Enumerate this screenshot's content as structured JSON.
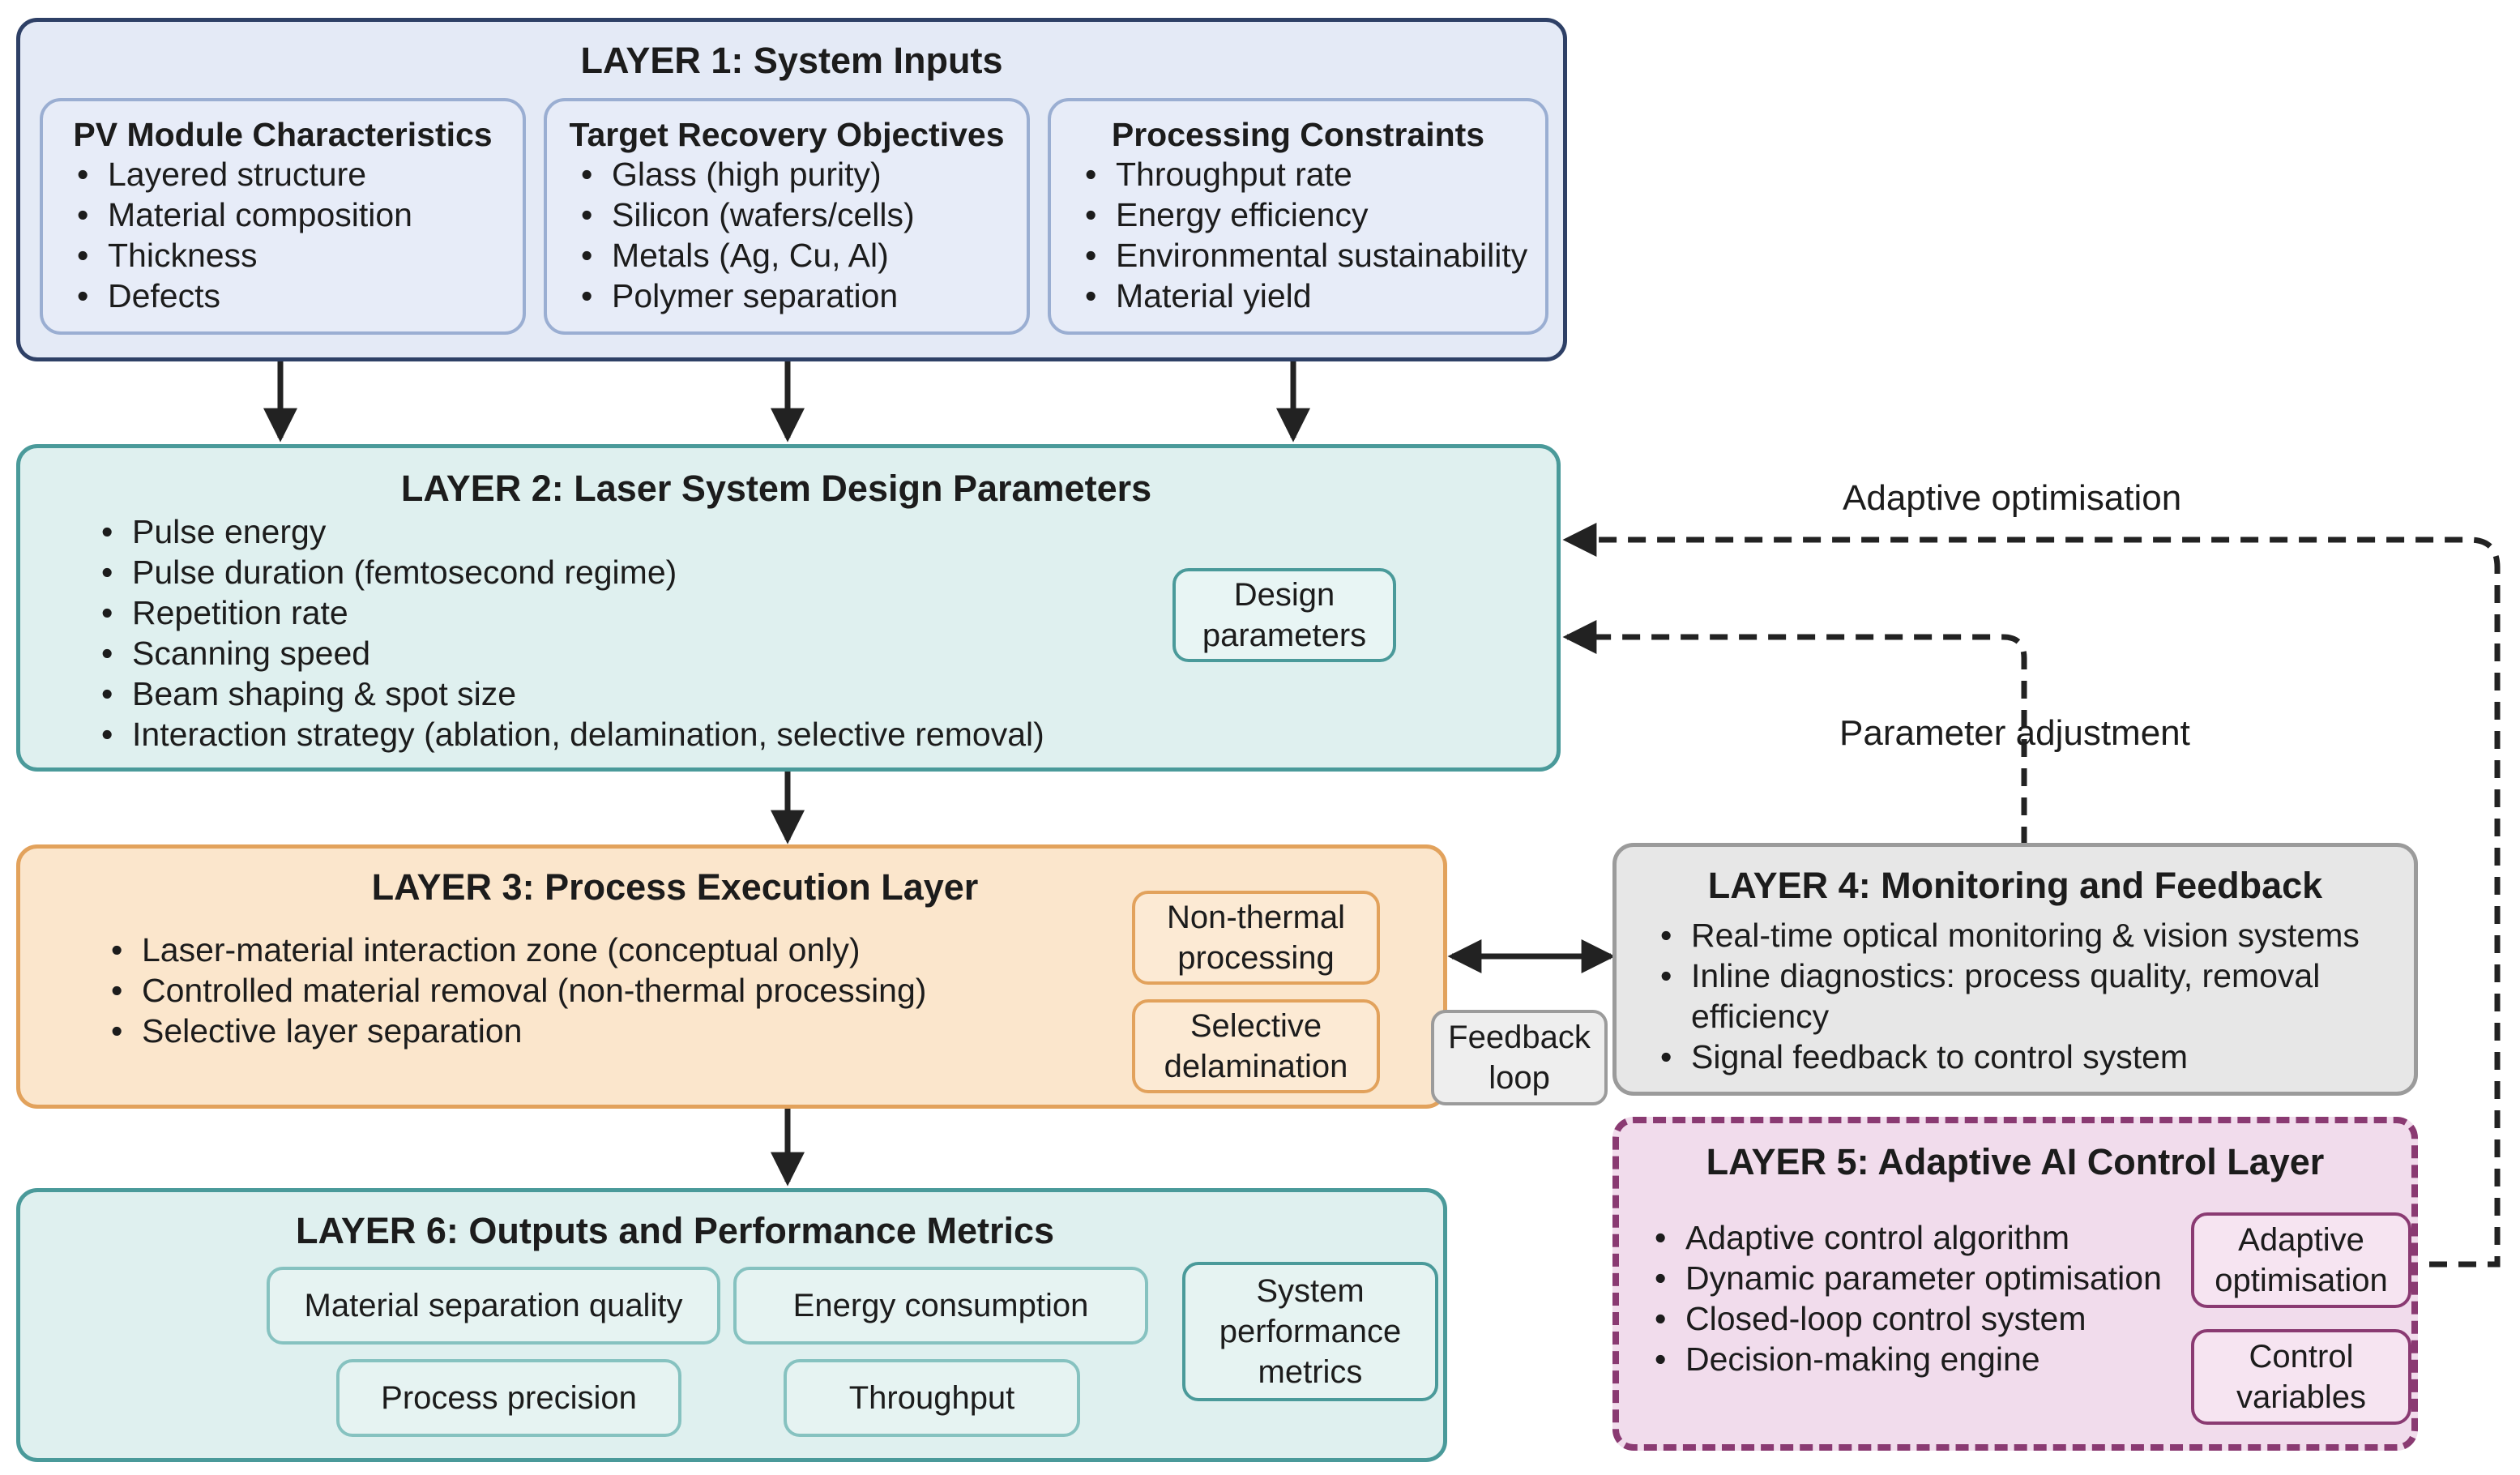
{
  "layer1": {
    "title": "LAYER 1: System Inputs",
    "boxes": [
      {
        "title": "PV Module Characteristics",
        "items": [
          "Layered structure",
          "Material composition",
          "Thickness",
          "Defects"
        ]
      },
      {
        "title": "Target Recovery Objectives",
        "items": [
          "Glass (high purity)",
          "Silicon (wafers/cells)",
          "Metals (Ag, Cu, Al)",
          "Polymer separation"
        ]
      },
      {
        "title": "Processing Constraints",
        "items": [
          "Throughput rate",
          "Energy efficiency",
          "Environmental sustainability",
          "Material yield"
        ]
      }
    ]
  },
  "layer2": {
    "title": "LAYER 2: Laser System Design Parameters",
    "items": [
      "Pulse energy",
      "Pulse duration (femtosecond regime)",
      "Repetition rate",
      "Scanning speed",
      "Beam shaping & spot size",
      "Interaction strategy (ablation, delamination, selective removal)"
    ],
    "tag": "Design parameters"
  },
  "layer3": {
    "title": "LAYER 3: Process Execution Layer",
    "items": [
      "Laser-material interaction zone (conceptual only)",
      "Controlled material removal (non-thermal processing)",
      "Selective layer separation"
    ],
    "tags": [
      "Non-thermal processing",
      "Selective delamination"
    ]
  },
  "layer4": {
    "title": "LAYER 4: Monitoring and Feedback",
    "items": [
      "Real-time optical monitoring & vision systems",
      "Inline diagnostics: process quality, removal efficiency",
      "Signal feedback to control system"
    ]
  },
  "layer5": {
    "title": "LAYER 5: Adaptive AI Control Layer",
    "items": [
      "Adaptive control algorithm",
      "Dynamic parameter optimisation",
      "Closed-loop control system",
      "Decision-making engine"
    ],
    "tags": [
      "Adaptive optimisation",
      "Control variables"
    ]
  },
  "layer6": {
    "title": "LAYER 6: Outputs and Performance Metrics",
    "metrics": [
      "Material separation quality",
      "Energy consumption",
      "Process precision",
      "Throughput"
    ],
    "tag": "System performance metrics"
  },
  "labels": {
    "feedback_loop": "Feedback loop",
    "adaptive_optimisation": "Adaptive optimisation",
    "parameter_adjustment": "Parameter adjustment"
  },
  "colors": {
    "layer1_fill": "#e4eaf6",
    "layer1_border": "#2e4066",
    "layer2_fill": "#dff0ef",
    "layer2_border": "#4a9a9a",
    "layer3_fill": "#fbe6cc",
    "layer3_border": "#e2a25c",
    "layer4_fill": "#e7e7e7",
    "layer4_border": "#9b9b9b",
    "layer5_fill": "#f1dcec",
    "layer5_border": "#8a3a72",
    "layer6_fill": "#dff0ef",
    "layer6_border": "#4a9a9a",
    "arrow": "#222222"
  }
}
